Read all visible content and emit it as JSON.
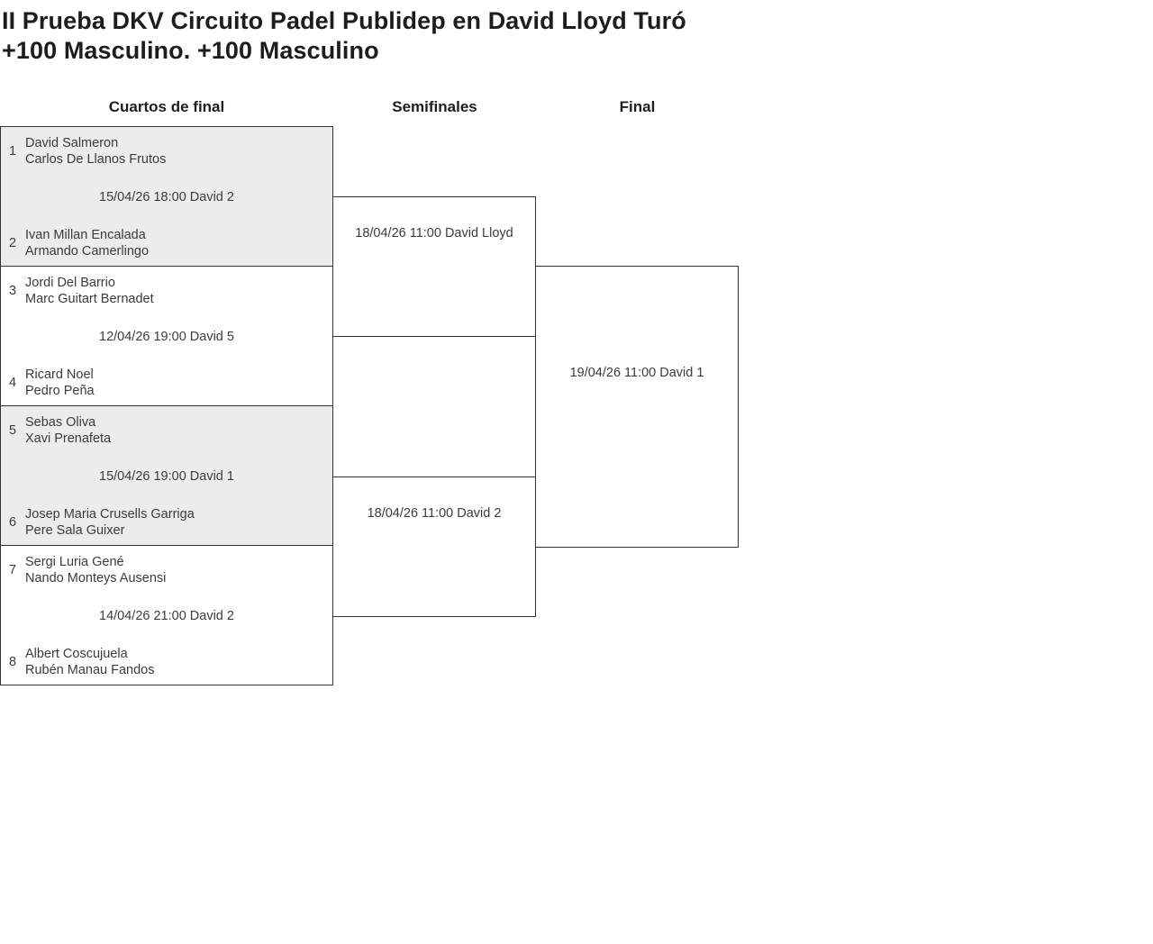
{
  "page": {
    "title_line1": "II Prueba DKV Circuito Padel Publidep en David Lloyd Turó",
    "title_line2": "+100 Masculino. +100 Masculino"
  },
  "bracket": {
    "rounds": [
      {
        "label": "Cuartos de final"
      },
      {
        "label": "Semifinales"
      },
      {
        "label": "Final"
      }
    ],
    "quarterfinals": [
      {
        "shaded": true,
        "team1": {
          "seed": "1",
          "players": [
            "David Salmeron",
            "Carlos De Llanos Frutos"
          ]
        },
        "schedule": "15/04/26 18:00 David 2",
        "team2": {
          "seed": "2",
          "players": [
            "Ivan Millan Encalada",
            "Armando Camerlingo"
          ]
        }
      },
      {
        "shaded": false,
        "team1": {
          "seed": "3",
          "players": [
            "Jordi Del Barrio",
            "Marc Guitart Bernadet"
          ]
        },
        "schedule": "12/04/26 19:00 David 5",
        "team2": {
          "seed": "4",
          "players": [
            "Ricard Noel",
            "Pedro Peña"
          ]
        }
      },
      {
        "shaded": true,
        "team1": {
          "seed": "5",
          "players": [
            "Sebas Oliva",
            "Xavi Prenafeta"
          ]
        },
        "schedule": "15/04/26 19:00 David 1",
        "team2": {
          "seed": "6",
          "players": [
            "Josep Maria Crusells Garriga",
            "Pere Sala Guixer"
          ]
        }
      },
      {
        "shaded": false,
        "team1": {
          "seed": "7",
          "players": [
            "Sergi Luria Gené",
            "Nando Monteys Ausensi"
          ]
        },
        "schedule": "14/04/26 21:00 David 2",
        "team2": {
          "seed": "8",
          "players": [
            "Albert Coscujuela",
            "Rubén Manau Fandos"
          ]
        }
      }
    ],
    "semifinals": [
      {
        "schedule": "18/04/26 11:00 David Lloyd"
      },
      {
        "schedule": "18/04/26 11:00 David 2"
      }
    ],
    "final": {
      "schedule": "19/04/26 11:00 David 1"
    }
  },
  "colors": {
    "border": "#333333",
    "shaded_bg": "#ececec",
    "text": "#3b3b3b",
    "heading": "#1e1e1e"
  }
}
